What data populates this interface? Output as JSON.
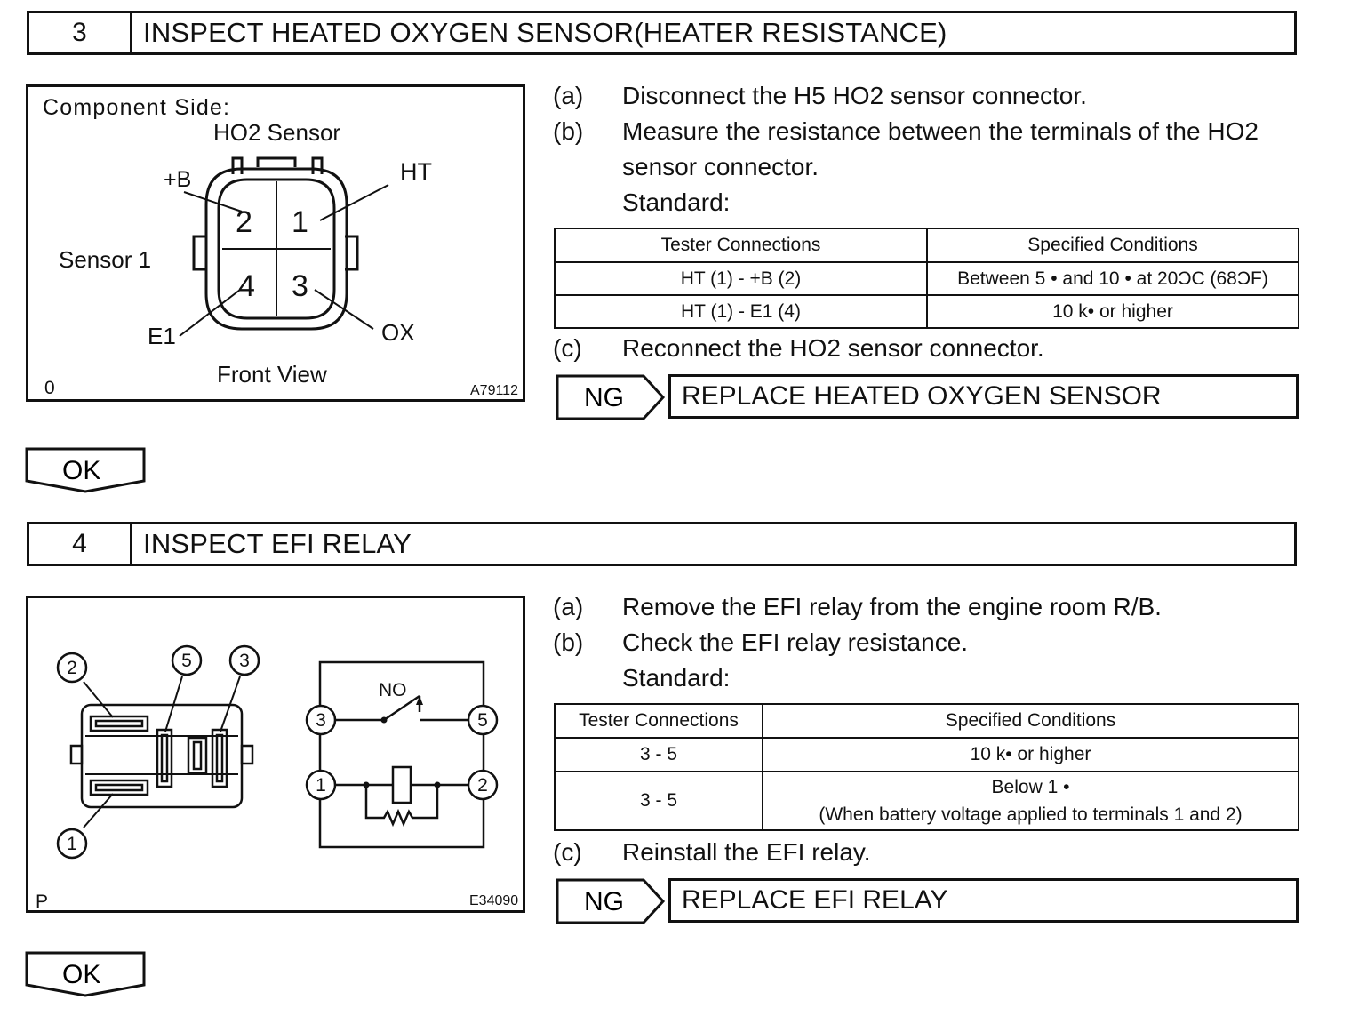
{
  "section3": {
    "number": "3",
    "title": "INSPECT HEATED OXYGEN SENSOR(HEATER RESISTANCE)",
    "figure": {
      "component_side": "Component Side:",
      "sensor_name": "HO2 Sensor",
      "label_plus_b": "+B",
      "label_ht": "HT",
      "label_e1": "E1",
      "label_ox": "OX",
      "sensor_1": "Sensor 1",
      "front_view": "Front View",
      "pin_1": "1",
      "pin_2": "2",
      "pin_3": "3",
      "pin_4": "4",
      "corner_code": "0",
      "figure_id": "A79112"
    },
    "steps": [
      {
        "label": "(a)",
        "text": "Disconnect the H5 HO2 sensor connector."
      },
      {
        "label": "(b)",
        "text": "Measure the resistance between the terminals of the HO2"
      },
      {
        "label": "",
        "text": "sensor connector."
      },
      {
        "label": "",
        "text": "Standard:"
      }
    ],
    "table": {
      "headers": [
        "Tester Connections",
        "Specified Conditions"
      ],
      "rows": [
        [
          "HT (1) - +B (2)",
          "Between 5 •  and 10 •  at 20ƆC (68ƆF)"
        ],
        [
          "HT (1) - E1 (4)",
          "10 k•  or higher"
        ]
      ]
    },
    "step_c": {
      "label": "(c)",
      "text": "Reconnect the HO2 sensor connector."
    },
    "ng_label": "NG",
    "ng_action": "REPLACE HEATED OXYGEN SENSOR",
    "ok_label": "OK"
  },
  "section4": {
    "number": "4",
    "title": "INSPECT EFI RELAY",
    "figure": {
      "callouts": [
        "2",
        "5",
        "3",
        "1"
      ],
      "no_label": "NO",
      "term_3": "3",
      "term_5": "5",
      "term_1": "1",
      "term_2": "2",
      "corner_code": "P",
      "figure_id": "E34090"
    },
    "steps": [
      {
        "label": "(a)",
        "text": "Remove the EFI relay from the engine room R/B."
      },
      {
        "label": "(b)",
        "text": "Check the EFI relay resistance."
      },
      {
        "label": "",
        "text": "Standard:"
      }
    ],
    "table": {
      "headers": [
        "Tester Connections",
        "Specified Conditions"
      ],
      "rows": [
        [
          "3 - 5",
          "10 k•  or higher"
        ],
        [
          "3 - 5",
          "Below 1 •",
          "(When battery voltage applied to terminals 1 and 2)"
        ]
      ]
    },
    "step_c": {
      "label": "(c)",
      "text": "Reinstall the EFI relay."
    },
    "ng_label": "NG",
    "ng_action": "REPLACE EFI RELAY",
    "ok_label": "OK"
  }
}
